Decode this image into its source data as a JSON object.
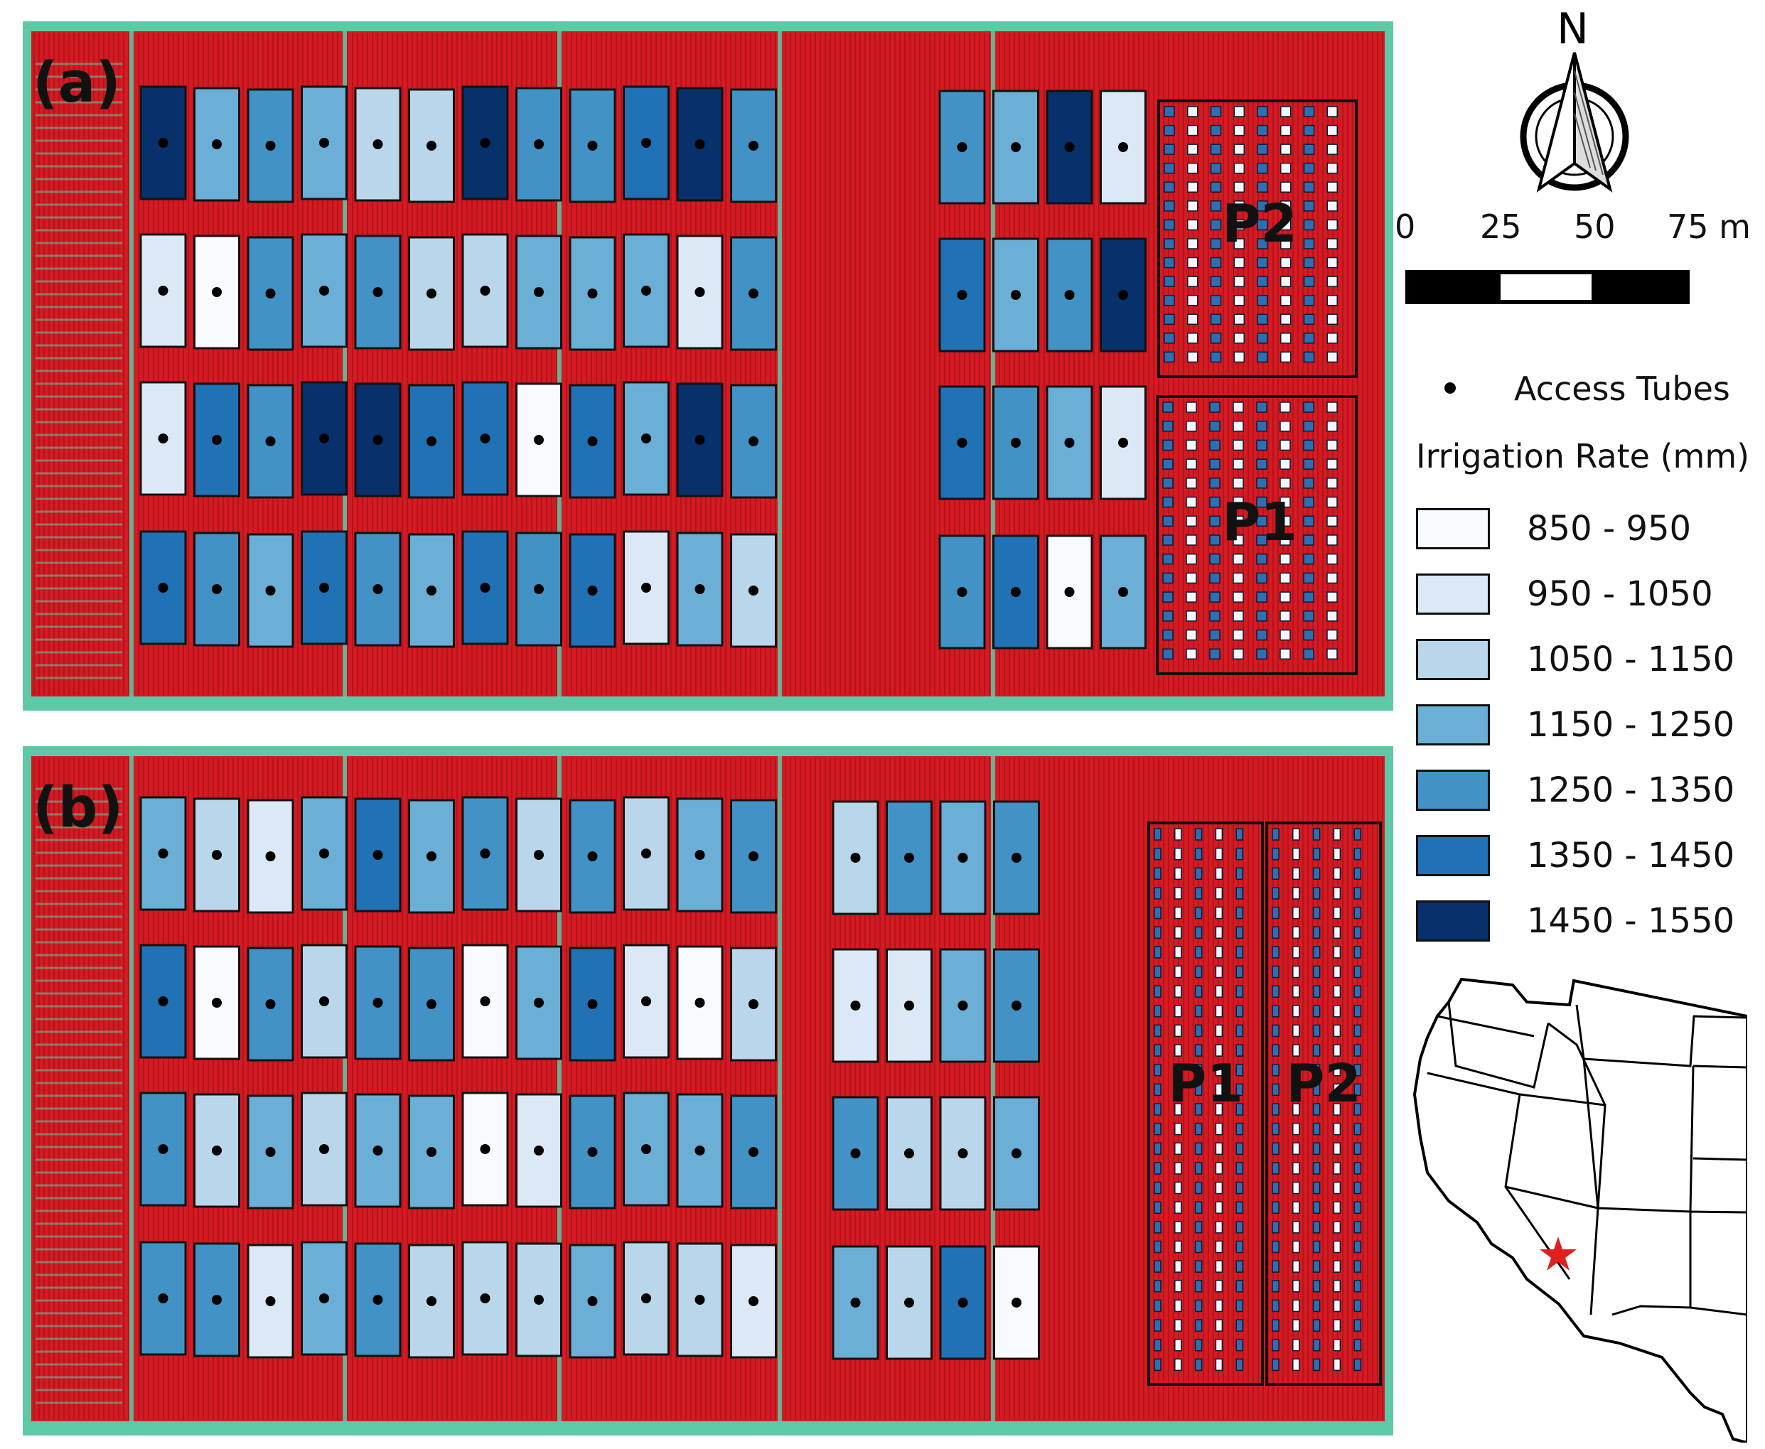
{
  "panels": [
    {
      "id": "a",
      "label": "(a)",
      "region_labels": [
        "P2",
        "P1"
      ],
      "main_blocks": [
        [
          6,
          3,
          4,
          3,
          2,
          2,
          6,
          4,
          4,
          5,
          6,
          4
        ],
        [
          1,
          0,
          4,
          3,
          4,
          2,
          2,
          3,
          3,
          3,
          1,
          4
        ],
        [
          1,
          5,
          4,
          6,
          6,
          5,
          5,
          0,
          5,
          3,
          6,
          4
        ],
        [
          5,
          4,
          3,
          5,
          4,
          3,
          5,
          4,
          5,
          1,
          3,
          2
        ]
      ],
      "side_blocks": [
        [
          4,
          3,
          6,
          1
        ],
        [
          5,
          3,
          4,
          6
        ],
        [
          5,
          4,
          3,
          1
        ],
        [
          4,
          5,
          0,
          3
        ]
      ]
    },
    {
      "id": "b",
      "label": "(b)",
      "region_labels": [
        "P1",
        "P2"
      ],
      "main_blocks": [
        [
          3,
          2,
          1,
          3,
          5,
          3,
          4,
          2,
          4,
          2,
          3,
          4
        ],
        [
          5,
          0,
          4,
          2,
          4,
          4,
          0,
          3,
          5,
          1,
          0,
          2
        ],
        [
          4,
          2,
          3,
          2,
          3,
          3,
          0,
          1,
          4,
          3,
          3,
          4
        ],
        [
          4,
          4,
          1,
          3,
          4,
          2,
          2,
          2,
          3,
          2,
          2,
          1
        ]
      ],
      "side_blocks": [
        [
          2,
          4,
          3,
          4
        ],
        [
          1,
          1,
          3,
          4
        ],
        [
          4,
          2,
          2,
          3
        ],
        [
          3,
          2,
          5,
          0
        ]
      ]
    }
  ],
  "legend": {
    "north_label": "N",
    "scale_ticks": [
      "0",
      "25",
      "50",
      "75 m"
    ],
    "access_tubes_label": "Access Tubes",
    "irrigation_title": "Irrigation Rate (mm)",
    "classes": [
      {
        "range": "850 - 950",
        "color": "#f7fbff"
      },
      {
        "range": "950 - 1050",
        "color": "#dbe9f6"
      },
      {
        "range": "1050 - 1150",
        "color": "#bad6eb"
      },
      {
        "range": "1150 - 1250",
        "color": "#6baed6"
      },
      {
        "range": "1250 - 1350",
        "color": "#4292c6"
      },
      {
        "range": "1350 - 1450",
        "color": "#2171b5"
      },
      {
        "range": "1450 - 1550",
        "color": "#08306b"
      }
    ]
  },
  "field_colors": {
    "crop": "#d41a22",
    "soil": "#5ec9a6",
    "row_dark": "#9c1018"
  },
  "location_marker": "red-star"
}
